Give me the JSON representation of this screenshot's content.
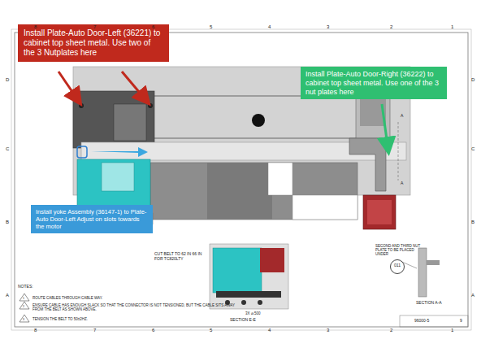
{
  "diagram": {
    "nodes": [
      {
        "text": [
          "Install Plate-Auto Door-Left (36221) to cabinet top sheet metal. Use two of the 3 Nutplates here"
        ]
      },
      {
        "text": [
          "Install Plate-Auto Door-Right (36222) to cabinet top sheet metal. Use one of the 3 nut plates here"
        ]
      },
      {
        "text": [
          "Install yoke Assembly (36147-1) to Plate-Auto Door-Left Adjust on slots towards the motor"
        ]
      },
      {
        "text": [
          "011"
        ]
      }
    ],
    "labels": [
      "8",
      "7",
      "6",
      "5",
      "4",
      "3",
      "2",
      "1",
      "8",
      "7",
      "6",
      "5",
      "4",
      "3",
      "2",
      "1",
      "D",
      "C",
      "B",
      "A",
      "D",
      "C",
      "B",
      "A",
      "CUT BELT TO 62 IN 66 IN FOR TC820LTY",
      "3X ⌀.500",
      "SECTION E-E",
      "SECOND AND THIRD NUT PLATE TO BE PLACED UNDER",
      "SECTION A-A",
      "NOTES:",
      "ROUTE CABLES THROUGH CABLE WAY.",
      "ENSURE CABLE HAS ENOUGH SLACK SO THAT THE CONNECTOR IS NOT TENSIONED, BUT THE CABLE SITS AWAY FROM THE BELT AS SHOWN ABOVE.",
      "TENSION THE BELT TO 50±2HZ.",
      "1",
      "2",
      "3",
      "A",
      "A",
      "96000-5",
      "9"
    ]
  }
}
